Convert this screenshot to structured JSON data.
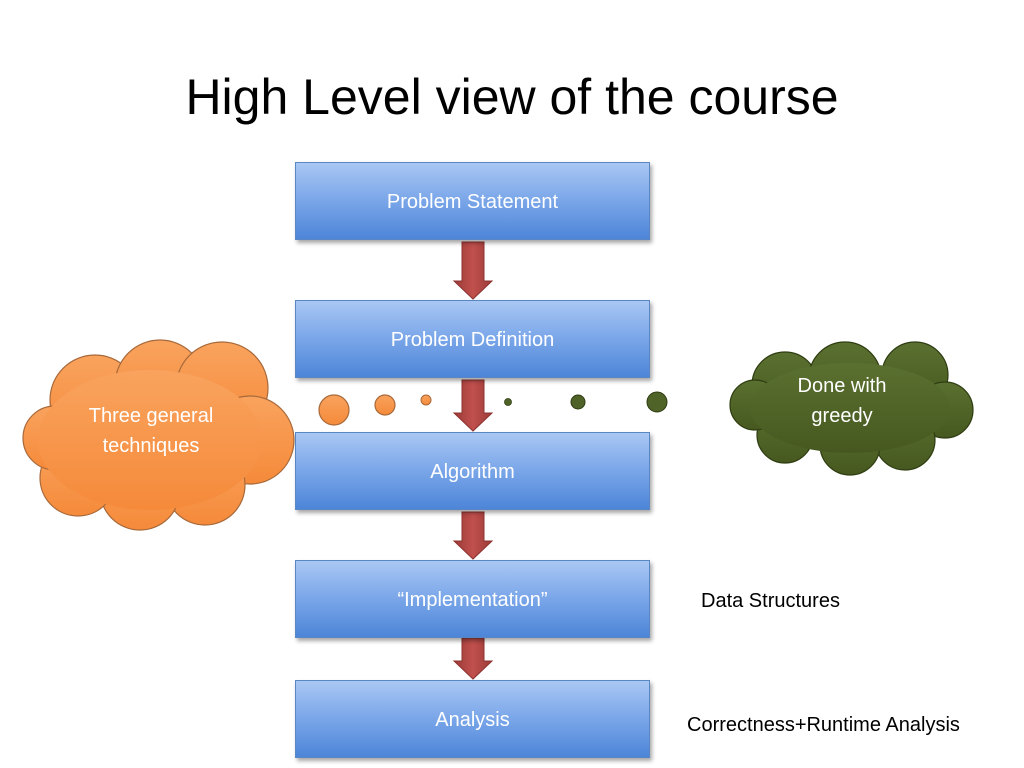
{
  "slide": {
    "title": "High Level view of the course"
  },
  "flow": {
    "steps": [
      "Problem Statement",
      "Problem Definition",
      "Algorithm",
      "“Implementation”",
      "Analysis"
    ]
  },
  "clouds": {
    "left": {
      "text": "Three general techniques",
      "color": "#f79646"
    },
    "right": {
      "text": "Done with greedy",
      "color": "#4f6228"
    }
  },
  "notes": {
    "implementation": "Data Structures",
    "analysis": "Correctness+Runtime Analysis"
  },
  "colors": {
    "box_top": "#a9c7f3",
    "box_bottom": "#4d85d8",
    "arrow": "#c0504d",
    "text_on_box": "#ffffff"
  }
}
